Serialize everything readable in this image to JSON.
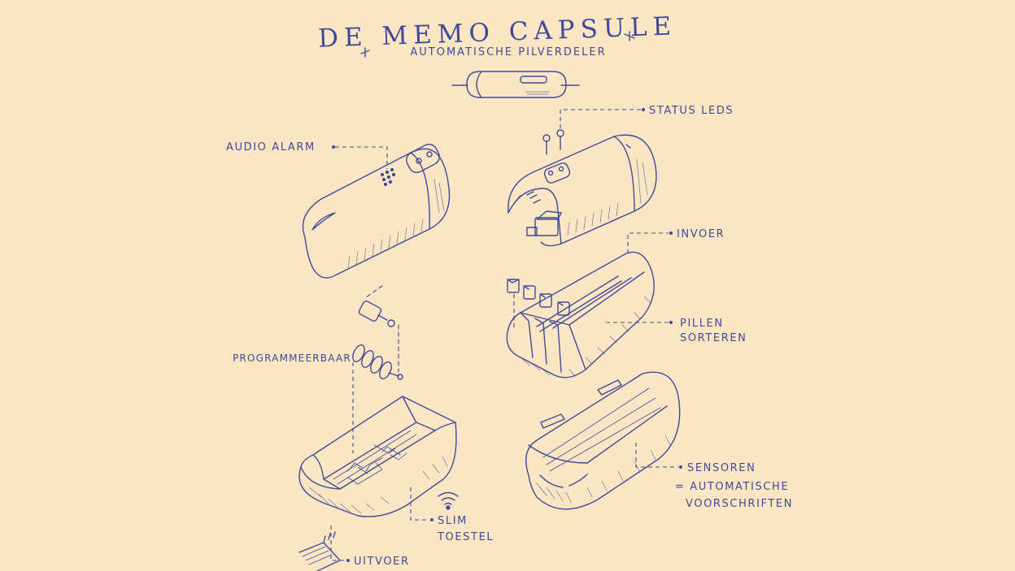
{
  "title": {
    "main": "DE MEMO CAPSULE",
    "subtitle": "AUTOMATISCHE PILVERDELER"
  },
  "labels": {
    "status_leds": "STATUS LEDS",
    "audio_alarm": "AUDIO ALARM",
    "invoer": "INVOER",
    "pillen_sorteren_1": "PILLEN",
    "pillen_sorteren_2": "SORTEREN",
    "programmeerbaar": "PROGRAMMEERBAAR",
    "sensoren": "SENSOREN",
    "automatische_1": "= AUTOMATISCHE",
    "automatische_2": "VOORSCHRIFTEN",
    "slim_1": "SLIM",
    "slim_2": "TOESTEL",
    "uitvoer": "UITVOER"
  },
  "colors": {
    "paper": "#fbe6c4",
    "ink": "#3f4a9a"
  },
  "icons": [
    "wifi-icon",
    "star-icon"
  ]
}
